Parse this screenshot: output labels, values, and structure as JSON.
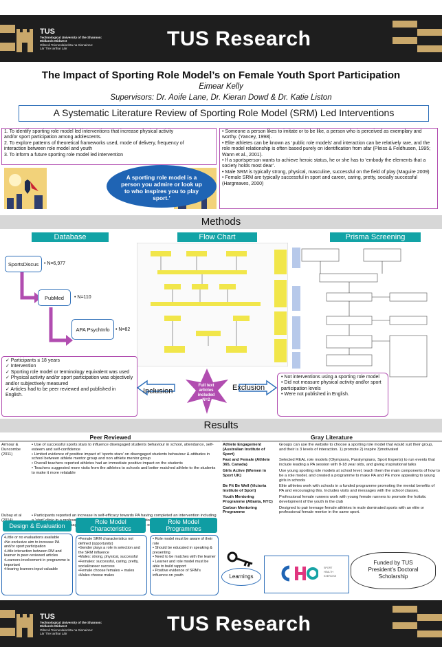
{
  "brand": {
    "logo_name": "TUS",
    "logo_lines": [
      "Technological University of the Shannon:",
      "Midlands Midwest",
      "Ollscoil Teicneolaíochta na Sionainne:",
      "Lár Tíre Iarthar Láir"
    ],
    "title": "TUS Research"
  },
  "poster": {
    "title": "The Impact of Sporting Role Model’s on Female Youth Sport Participation",
    "author": "Eimear Kelly",
    "supervisors": "Supervisors: Dr. Aoife Lane, Dr. Kieran Dowd & Dr. Katie Liston",
    "subtitle": "A Systematic Literature Review of Sporting Role Model (SRM) Led Interventions"
  },
  "aims": [
    "1.   To identify sporting role model led interventions that increase physical activity",
    "      and/or sport participation among adolescents.",
    "2.   To explore patterns of theoretical frameworks used, mode of delivery, frequency of",
    "      interaction between role model and youth",
    "3.   To inform a future sporting role model led intervention"
  ],
  "definitions": [
    "•   Someone a person likes to imitate or to be like, a person who is perceived as exemplary and worthy. (Yancey, 1998).",
    "•   Elite athletes can be known as ‘public role models’ and interaction can be relatively rare, and the role model relationship is often based purely on identification from afar (Pleiss & Feldhusen, 1995; Wann et al., 2001).",
    "•   If a sportsperson wants to achieve heroic status, he or she has to ‘embody the elements that a society holds most dear’.",
    "•   Male SRM is typically strong, physical, masculine, successful on the field of play (Maguire 2009)",
    "•   Female SRM are typically successful in sport and career, caring, pretty, socially successful (Hargreaves, 2000)"
  ],
  "quote": "A sporting role model is a person you admire or look up to who inspires you to play sport.’",
  "methods": {
    "heading": "Methods",
    "database_tab": "Database",
    "flow_tab": "Flow Chart",
    "prisma_tab": "Prisma Screening",
    "db": [
      {
        "name": "SportsDiscus",
        "count": "• N=6,977"
      },
      {
        "name": "PubMed",
        "count": "• N=110"
      },
      {
        "name": "APA PsychInfo",
        "count": "• N=82"
      }
    ],
    "inclusion": [
      "✓  Participants ≤ 18 years",
      "✓  Intervention",
      "✓  Sporting role model or terminology equivalent was used",
      "✓  Physical activity and/or sport participation was objectively and/or subjectively measured",
      "✓  Articles had to be peer reviewed and published in English."
    ],
    "exclusion": [
      "•   Not interventions using a sporting role model",
      "•   Did not measure physical activity and/or sport participation levels",
      "•   Were not published in English."
    ],
    "inclusion_label": "Inclusion",
    "exclusion_label": "Exclusion",
    "star_text": "Full text articles included",
    "star_n": "N=2"
  },
  "results": {
    "heading": "Results",
    "peer_heading": "Peer Reviewed",
    "gray_heading": "Gray Literature",
    "peer": [
      {
        "ref": "Armour & Duncombe (2011)",
        "points": [
          "•   Use of successful sports stars to influence disengaged students behaviour in school, attendance, self-esteem and self-confidence",
          "•   Limited evidence of positive impact of ‘sports stars’ on disengaged students behaviour & attitudes in school between athlete mentor group and non athlete mentor group",
          "•   Overall teachers reported athletes had an immediate positive impact on the students",
          "•   Teachers suggested more visits from the athletes to schools and better matched athlete to the students to make it more relatable"
        ]
      },
      {
        "ref": "Dubay et al (2014)",
        "points": [
          "•   Participants reported an increase in self-efficacy towards PA having completed an intervention including a ‘start’ clinic in a professional football club, an in school intervention that lasted four months (including video and written messages from the role model athletes) and an end clinic in the professional football club."
        ]
      }
    ],
    "gray": [
      {
        "name": "Athlete Engagement (Australian Institute of Sport)",
        "text": "Groups can use the website to choose a sporting role model that would suit their group, and their is 3 levels of interaction. 1) promote 2) inspire 3)motivated"
      },
      {
        "name": "Fast and Female (Athlete 365, Canada)",
        "text": "Selected REAL role models (Olympians, Paralympians, Sport Experts) to run events that include leading a PA session with 8-18 year olds, and giving inspirational talks"
      },
      {
        "name": "Girls Active (Women in Sport UK)",
        "text": "Use young sporting role models at school level, teach them the main components of how to be a role model, and created a programme to make PA and PE more appealing to young girls in schools"
      },
      {
        "name": "Be Fit Be Well (Victoria Institute of Sport)",
        "text": "Elite athletes work with schools in a funded programme promoting the mental benefits of PA and encouraging this. Includes visits and messages with the school classes."
      },
      {
        "name": "Youth Mentoring Programme (Atlanta, NYC)",
        "text": "Professional female runners work with young female runners to promote the holistic development of the youth in the club"
      },
      {
        "name": "Carbon Mentoring Programme",
        "text": "Designed to pair teenage female athletes in male dominated sports with an elite or professional female mentor in the same sport."
      }
    ],
    "tabs": [
      {
        "label": "Design & Evaluation",
        "items": [
          "•Little or no evaluations available",
          "•No exclusive aim to increase PA and/or sport participation",
          "•Little interaction between RM and learner in peer-reviewed articles",
          "•Learners involvement in programme is important",
          "•Hearing learners input valuable"
        ]
      },
      {
        "label": "Role Model Characteristics",
        "items": [
          "•Female SRM characteristics not defined (opportunity)",
          "•Gender plays a role in selection and the SRM influence",
          "•Males: strong, physical, successful",
          "•Females: successful, caring, pretty, social/career success",
          "•Female choose females + males",
          "•Males choose males"
        ]
      },
      {
        "label": "Role Model Programmes",
        "items": [
          "•  Role model must be aware of their role",
          "•  Should be educated in speaking & presenting",
          "•  Need to be matches with the learner",
          "•  Learner and role model must be able to build rapport",
          "•  Positive evidence of SRM’s influence on youth"
        ]
      }
    ],
    "learnings": "Learnings",
    "funded": "Funded by TUS President’s Doctoral Scholarship",
    "sponsor_lines": [
      "SPORT",
      "HEALTH",
      "EXERCISE"
    ]
  },
  "colors": {
    "accent": "#b14db0",
    "teal": "#12a3a6",
    "blue": "#2b6db8",
    "dark": "#1e1e1e"
  }
}
